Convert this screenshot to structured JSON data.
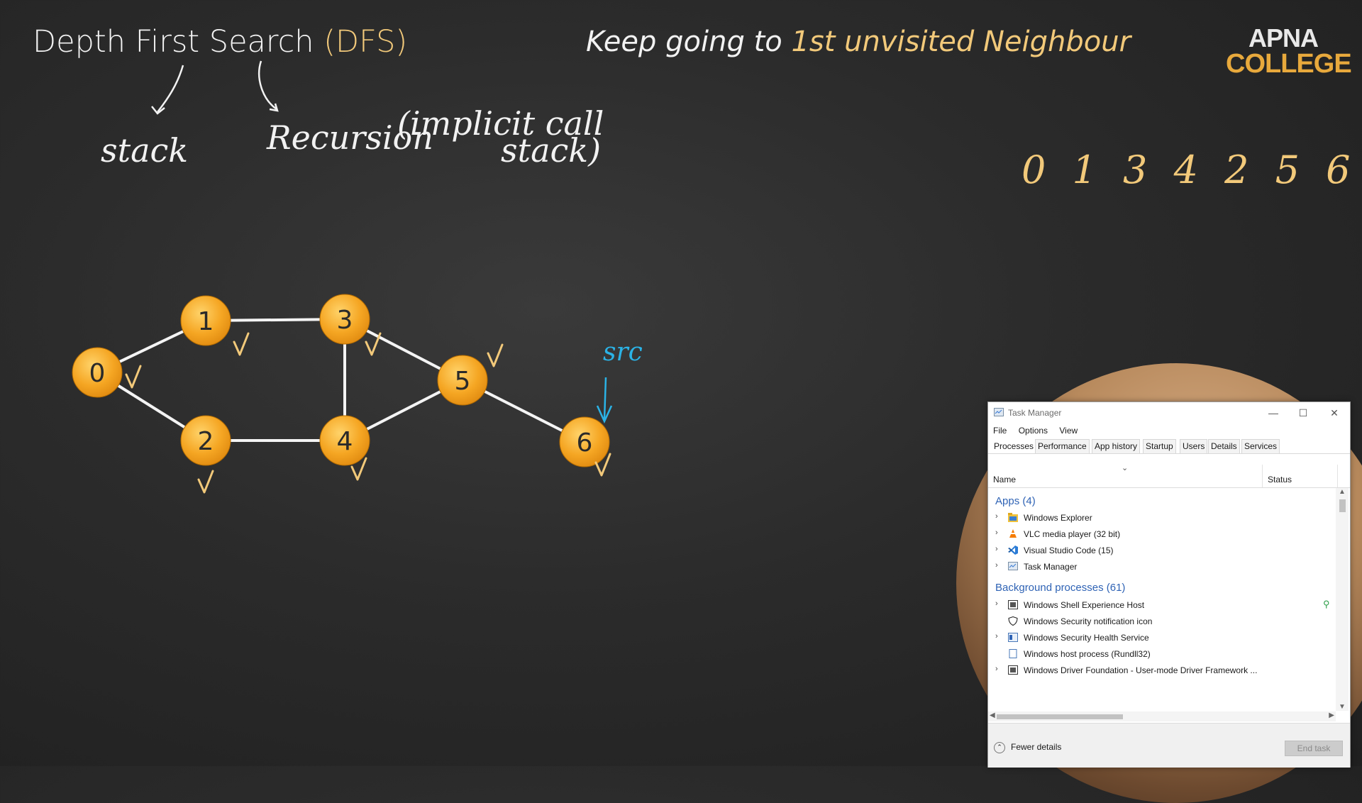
{
  "slide": {
    "title": "Depth First Search",
    "title_accent": "(DFS)",
    "tagline_prefix": "Keep going to",
    "tagline_accent": "1st unvisited Neighbour",
    "logo_line1": "APNA",
    "logo_line2": "COLLEGE",
    "colors": {
      "accent": "#f2c97a",
      "node": "#f5a623",
      "annotation": "#2bb3e6",
      "board": "#2b2b2b"
    }
  },
  "handwriting": {
    "stack": "stack",
    "recursion": "Recursion",
    "implicit": "(implicit call",
    "call_stack": "stack)",
    "traversal_order": "0 1 3 4 2 5 6",
    "src": "src"
  },
  "graph": {
    "nodes": [
      {
        "id": "0",
        "visited": true
      },
      {
        "id": "1",
        "visited": true
      },
      {
        "id": "2",
        "visited": true
      },
      {
        "id": "3",
        "visited": true
      },
      {
        "id": "4",
        "visited": true
      },
      {
        "id": "5",
        "visited": true
      },
      {
        "id": "6",
        "visited": true
      }
    ],
    "edges": [
      [
        "0",
        "1"
      ],
      [
        "0",
        "2"
      ],
      [
        "1",
        "3"
      ],
      [
        "2",
        "4"
      ],
      [
        "3",
        "4"
      ],
      [
        "3",
        "5"
      ],
      [
        "4",
        "5"
      ],
      [
        "5",
        "6"
      ]
    ],
    "source_node": "6"
  },
  "task_manager": {
    "title": "Task Manager",
    "menu": [
      "File",
      "Options",
      "View"
    ],
    "tabs": [
      "Processes",
      "Performance",
      "App history",
      "Startup",
      "Users",
      "Details",
      "Services"
    ],
    "active_tab": "Processes",
    "columns": {
      "name": "Name",
      "status": "Status"
    },
    "groups": {
      "apps": {
        "label": "Apps (4)",
        "items": [
          "Windows Explorer",
          "VLC media player (32 bit)",
          "Visual Studio Code (15)",
          "Task Manager"
        ]
      },
      "background": {
        "label": "Background processes (61)",
        "items": [
          "Windows Shell Experience Host",
          "Windows Security notification icon",
          "Windows Security Health Service",
          "Windows host process (Rundll32)",
          "Windows Driver Foundation - User-mode Driver Framework ..."
        ]
      }
    },
    "fewer_details": "Fewer details",
    "end_task": "End task",
    "icons": {
      "minimize": "minimize-icon",
      "maximize": "maximize-icon",
      "close": "close-icon",
      "sort": "chevron-down-icon",
      "leaf": "leaf-icon"
    }
  }
}
